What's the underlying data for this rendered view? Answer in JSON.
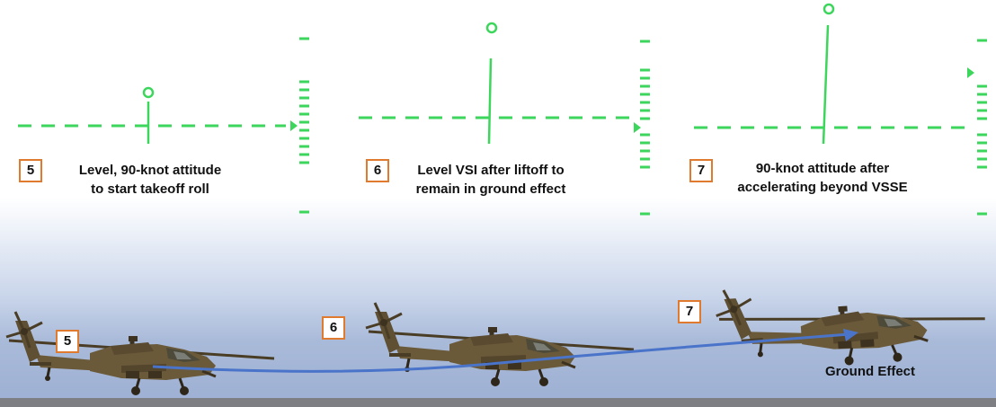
{
  "colors": {
    "hud_green": "#3dd65c",
    "badge_border": "#e07a2e",
    "path_arrow": "#4a74c9",
    "helicopter_body": "#6b5a3a",
    "ground": "#7d7f82"
  },
  "panels": [
    {
      "step": "5",
      "caption_lines": [
        "Level, 90-knot attitude",
        "to start takeoff roll"
      ]
    },
    {
      "step": "6",
      "caption_lines": [
        "Level VSI after liftoff to",
        "remain in ground effect"
      ]
    },
    {
      "step": "7",
      "caption_lines": [
        "90-knot attitude after",
        "accelerating beyond VSSE"
      ]
    }
  ],
  "scene": {
    "helicopter_labels": [
      "5",
      "6",
      "7"
    ],
    "ground_label": "Ground Effect"
  }
}
